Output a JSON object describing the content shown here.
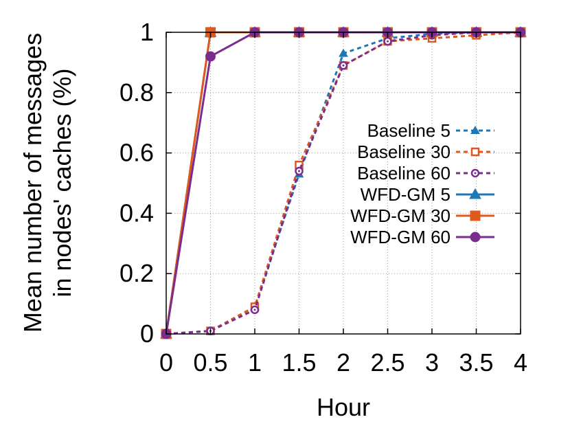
{
  "chart_data": {
    "type": "line",
    "xlabel": "Hour",
    "ylabel_lines": [
      "Mean number of messages",
      "in nodes' caches (%)"
    ],
    "xlim": [
      0,
      4
    ],
    "ylim": [
      0,
      1
    ],
    "x_ticks": [
      "0",
      "0.5",
      "1",
      "1.5",
      "2",
      "2.5",
      "3",
      "3.5",
      "4"
    ],
    "y_ticks": [
      "0",
      "0.2",
      "0.4",
      "0.6",
      "0.8",
      "1"
    ],
    "grid": true,
    "legend_position": "right-center",
    "x": [
      0,
      0.5,
      1,
      1.5,
      2,
      2.5,
      3,
      3.5,
      4
    ],
    "series": [
      {
        "name": "Baseline 5",
        "values": [
          0,
          0.01,
          0.09,
          0.53,
          0.93,
          0.98,
          0.995,
          1,
          1
        ],
        "color": "#1f77b4",
        "dash": true,
        "marker": "triangle-open"
      },
      {
        "name": "Baseline 30",
        "values": [
          0,
          0.01,
          0.09,
          0.56,
          0.89,
          0.97,
          0.98,
          0.99,
          1
        ],
        "color": "#e0581c",
        "dash": true,
        "marker": "square-open"
      },
      {
        "name": "Baseline 60",
        "values": [
          0,
          0.01,
          0.08,
          0.54,
          0.89,
          0.97,
          0.99,
          1,
          1
        ],
        "color": "#7b2d8e",
        "dash": true,
        "marker": "circle-open"
      },
      {
        "name": "WFD-GM 5",
        "values": [
          0,
          1,
          1,
          1,
          1,
          1,
          1,
          1,
          1
        ],
        "color": "#1f77b4",
        "dash": false,
        "marker": "triangle"
      },
      {
        "name": "WFD-GM 30",
        "values": [
          0,
          1,
          1,
          1,
          1,
          1,
          1,
          1,
          1
        ],
        "color": "#e0581c",
        "dash": false,
        "marker": "square"
      },
      {
        "name": "WFD-GM 60",
        "values": [
          0,
          0.92,
          1,
          1,
          1,
          1,
          1,
          1,
          1
        ],
        "color": "#7b2d8e",
        "dash": false,
        "marker": "circle"
      }
    ]
  }
}
